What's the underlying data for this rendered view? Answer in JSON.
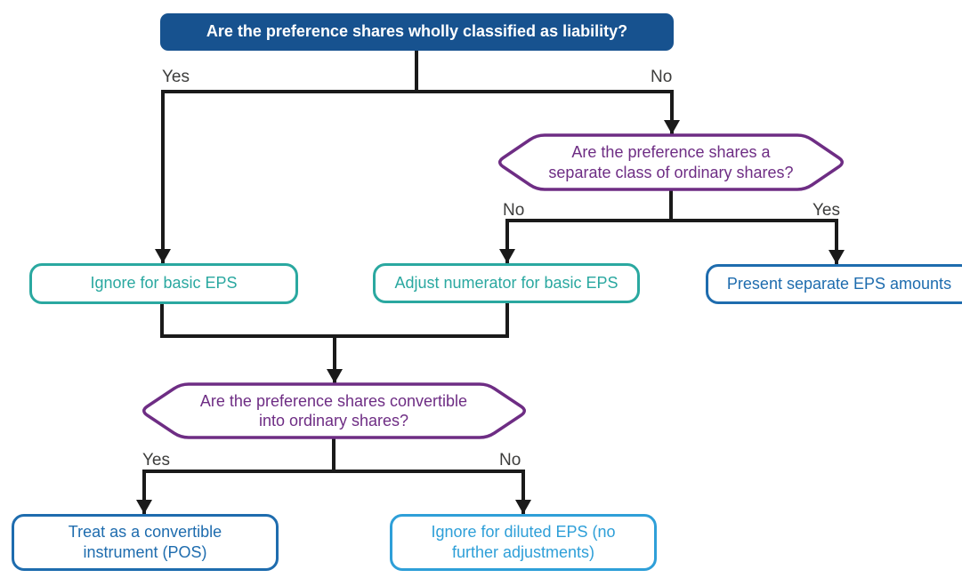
{
  "figure": {
    "type": "flowchart",
    "topic": "EPS treatment of preference shares"
  },
  "colors": {
    "navy": "#17528f",
    "teal": "#2aa8a0",
    "purple": "#6e2d84",
    "blue": "#1e6cae",
    "light_blue": "#2e9fd8",
    "line": "#1a1a1a",
    "label": "#3d3d3c"
  },
  "nodes": {
    "root_question": "Are the preference shares wholly classified as liability?",
    "separate_class_question": [
      "Are the preference shares a",
      "separate class of ordinary shares?"
    ],
    "convertible_question": [
      "Are the preference shares convertible",
      "into ordinary shares?"
    ],
    "ignore_basic": "Ignore for basic EPS",
    "adjust_numerator": "Adjust numerator for basic EPS",
    "present_separate": "Present separate EPS amounts",
    "treat_convertible": [
      "Treat as a convertible",
      "instrument (POS)"
    ],
    "ignore_diluted": [
      "Ignore for diluted EPS (no",
      "further adjustments)"
    ]
  },
  "edge_labels": {
    "root_yes": "Yes",
    "root_no": "No",
    "separate_no": "No",
    "separate_yes": "Yes",
    "convertible_yes": "Yes",
    "convertible_no": "No"
  }
}
